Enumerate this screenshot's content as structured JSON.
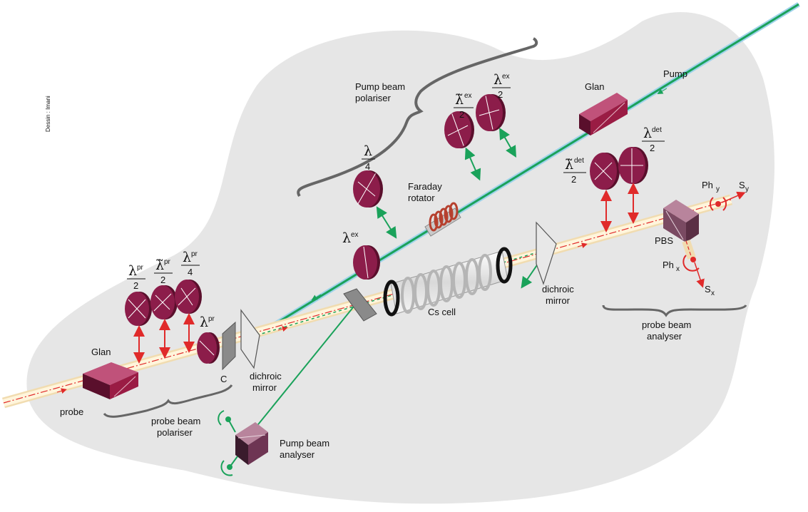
{
  "credit": "Dessin : Imani",
  "labels": {
    "pump": "Pump",
    "pump_glan": "Glan",
    "pump_beam_polariser": [
      "Pump beam",
      "polariser"
    ],
    "faraday_rotator": [
      "Faraday",
      "rotator"
    ],
    "cs_cell": "Cs cell",
    "dichroic_mirror_left": [
      "dichroic",
      "mirror"
    ],
    "dichroic_mirror_right": [
      "dichroic",
      "mirror"
    ],
    "probe_glan": "Glan",
    "probe": "probe",
    "probe_beam_polariser": [
      "probe beam",
      "polariser"
    ],
    "compensator": "C",
    "pump_beam_analyser": [
      "Pump beam",
      "analyser"
    ],
    "pbs": "PBS",
    "probe_beam_analyser": [
      "probe beam",
      "analyser"
    ],
    "ph_y": "Ph",
    "ph_y_sub": "y",
    "ph_x": "Ph",
    "ph_x_sub": "x",
    "s_y": "S",
    "s_y_sub": "y",
    "s_x": "S",
    "s_x_sub": "x"
  },
  "waveplates": {
    "lambda": "λ",
    "tilde_lambda": "λ̃",
    "quarter_denominator": "4",
    "half_denominator": "2",
    "pump_quarter": {
      "symbol": "λ",
      "denominator": "4"
    },
    "pump_tilde_ex": {
      "symbol": "λ̃",
      "sup": "ex",
      "denominator": "2"
    },
    "pump_half_ex": {
      "symbol": "λ",
      "sup": "ex",
      "denominator": "2"
    },
    "pump_lambda_ex": {
      "symbol": "λ",
      "sup": "ex"
    },
    "det_tilde": {
      "symbol": "λ̃",
      "sup": "det",
      "denominator": "2"
    },
    "det_half": {
      "symbol": "λ",
      "sup": "det",
      "denominator": "2"
    },
    "probe_half": {
      "symbol": "λ",
      "sup": "pr",
      "denominator": "2"
    },
    "probe_tilde": {
      "symbol": "λ̃",
      "sup": "pr",
      "denominator": "2"
    },
    "probe_quarter": {
      "symbol": "λ",
      "sup": "pr",
      "denominator": "4"
    },
    "probe_lambda_pr": {
      "symbol": "λ",
      "sup": "pr"
    }
  },
  "colors": {
    "background_blob": "#e6e6e6",
    "pump_beam": "#1aa25a",
    "pump_outer": "#9fd3ea",
    "probe_beam": "#fdf0cf",
    "probe_arrow": "#e02a2a",
    "waveplate": "#8c1d4a",
    "glan": "#9a1c44",
    "analyser": "#6e3553",
    "mirror": "#9a9a9a"
  }
}
